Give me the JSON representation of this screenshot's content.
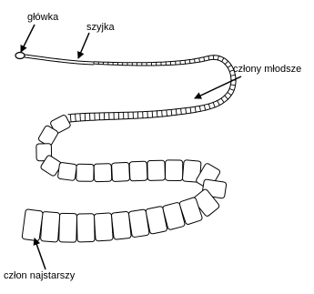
{
  "diagram": {
    "labels": {
      "head": "główka",
      "neck": "szyjka",
      "young_segments": "człony młodsze",
      "oldest_segment": "człon najstarszy"
    }
  }
}
